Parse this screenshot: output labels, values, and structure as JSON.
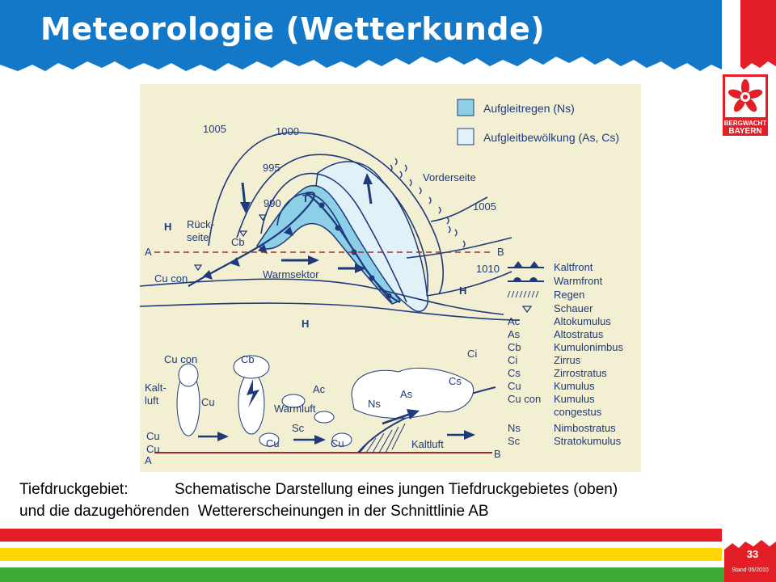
{
  "slide": {
    "title": "Meteorologie (Wetterkunde)",
    "slide_number": "33",
    "stand": "Stand 05/2010"
  },
  "logo": {
    "line1": "BERGWACHT",
    "line2": "BAYERN"
  },
  "colors": {
    "header_blue": "#1478c8",
    "red": "#e41e26",
    "yellow": "#ffd700",
    "green": "#3aaa35",
    "diagram_bg": "#f3efd2",
    "ns_fill": "#8ccfe6",
    "as_cs_fill": "#e0f1f8",
    "line_blue": "#1f3a7a"
  },
  "caption": {
    "label": "Tiefdruckgebiet:",
    "line1": "Schematische Darstellung eines jungen Tiefdruckgebietes (oben)",
    "line2": "und die dazugehörenden  Wettererscheinungen in der Schnittlinie AB"
  },
  "diagram": {
    "legend_top": {
      "ns": "Aufgleitregen (Ns)",
      "as_cs": "Aufgleitbewölkung (As, Cs)"
    },
    "isobars": {
      "p1005a": "1005",
      "p1000": "1000",
      "p995": "995",
      "p990": "990",
      "p1005b": "1005",
      "p1010": "1010"
    },
    "labels": {
      "vorderseite": "Vorderseite",
      "rueck1": "Rück-",
      "rueck2": "seite",
      "cb": "Cb",
      "cu_con": "Cu con",
      "warmsektor": "Warmsektor",
      "T": "T",
      "H1": "H",
      "H2": "H",
      "H3": "H",
      "A": "A",
      "B": "B"
    },
    "symbol_legend": {
      "kaltfront": "Kaltfront",
      "warmfront": "Warmfront",
      "regen": "Regen",
      "schauer": "Schauer"
    },
    "abbreviations": [
      {
        "abbr": "Ac",
        "name": "Altokumulus"
      },
      {
        "abbr": "As",
        "name": "Altostratus"
      },
      {
        "abbr": "Cb",
        "name": "Kumulonimbus"
      },
      {
        "abbr": "Ci",
        "name": "Zirrus"
      },
      {
        "abbr": "Cs",
        "name": "Zirrostratus"
      },
      {
        "abbr": "Cu",
        "name": "Kumulus"
      },
      {
        "abbr": "Cu con",
        "name": "Kumulus"
      },
      {
        "abbr": "",
        "name": "congestus"
      },
      {
        "abbr": "Ns",
        "name": "Nimbostratus"
      },
      {
        "abbr": "Sc",
        "name": "Stratokumulus"
      }
    ],
    "section": {
      "cu_con": "Cu con",
      "cb": "Cb",
      "kalt1": "Kalt-",
      "kalt2": "luft",
      "cu_a": "Cu",
      "cu_b": "Cu",
      "ac": "Ac",
      "warmluft": "Warmluft",
      "sc": "Sc",
      "cu_c": "Cu",
      "cu_d": "Cu",
      "cu_e": "Cu",
      "ns": "Ns",
      "as": "As",
      "ci": "Ci",
      "cs": "Cs",
      "kaltluft": "Kaltluft",
      "A": "A",
      "B": "B"
    }
  }
}
